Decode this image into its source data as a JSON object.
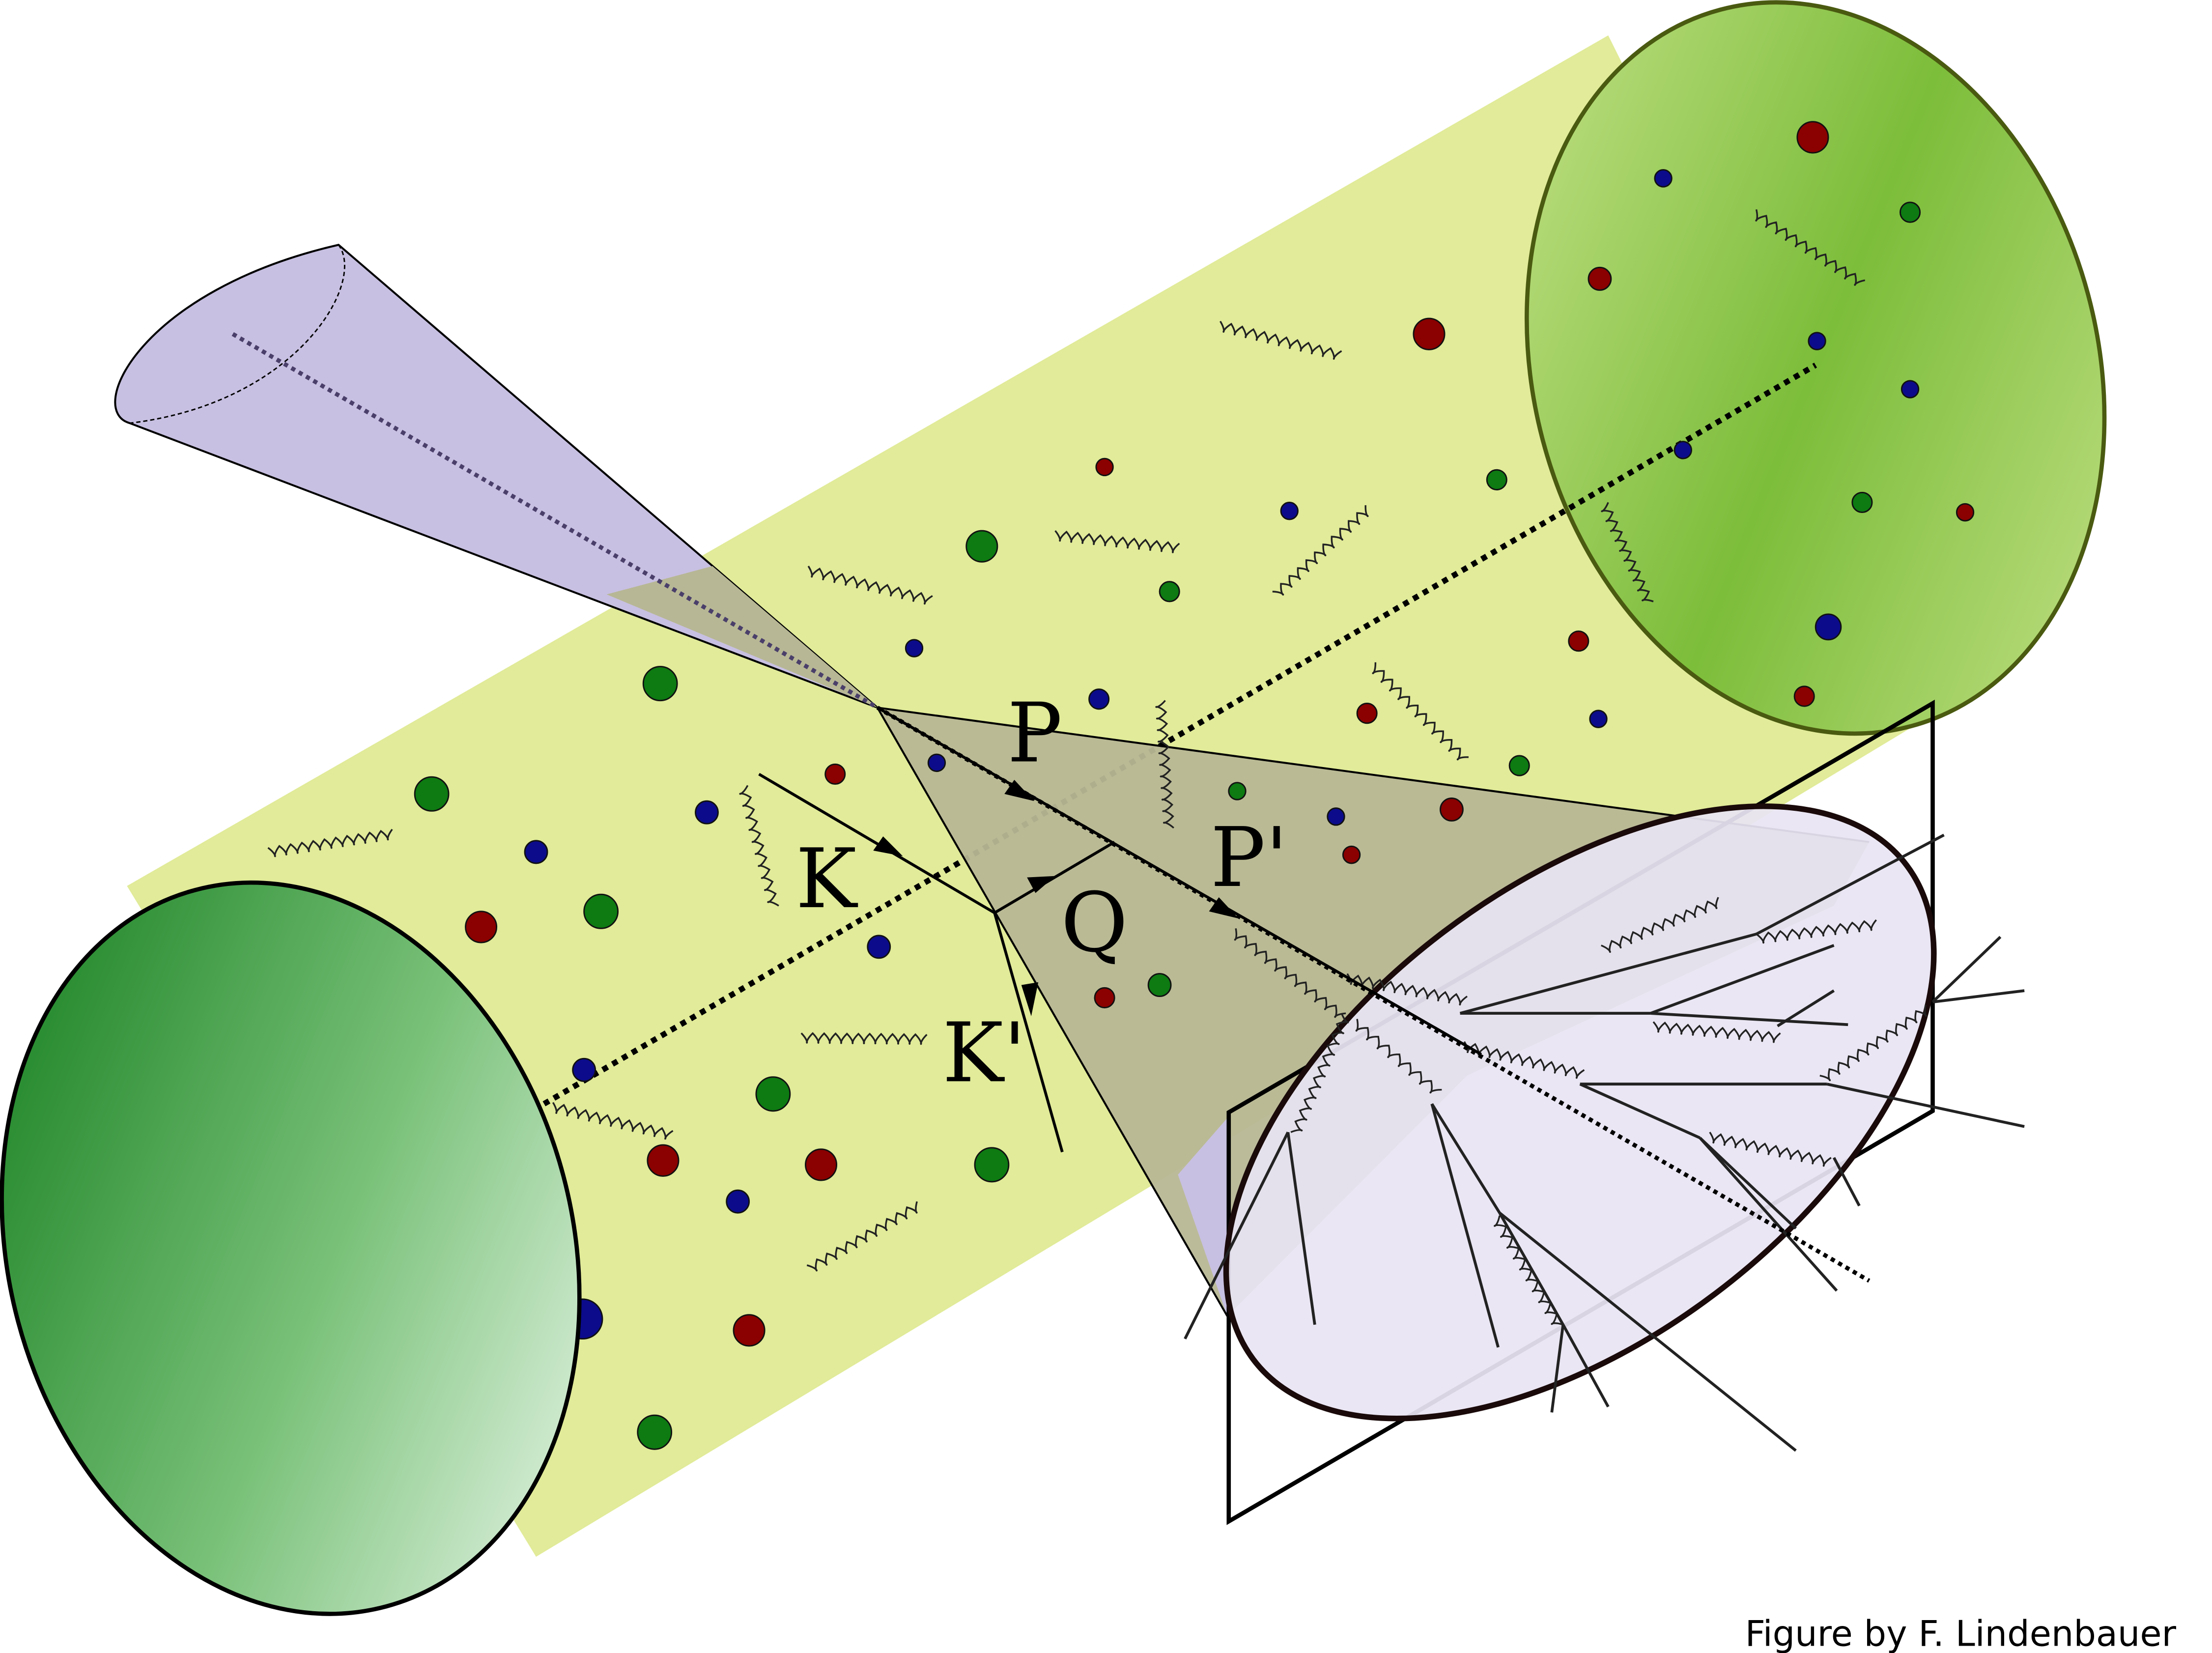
{
  "labels": {
    "p": "P",
    "p_prime": "P'",
    "k": "K",
    "k_prime": "K'",
    "q": "Q"
  },
  "credit": "Figure by F. Lindenbauer",
  "colors": {
    "medium": "#e1eb99",
    "end_cap_green": "#2e9a2e",
    "cone": "#c8c0e2",
    "cone_overlap": "#b7b795",
    "detector_disk": "#e8e4f2",
    "particle_red": "#8b0000",
    "particle_green": "#0d7a12",
    "particle_blue": "#0b0b8c"
  },
  "icons": [
    "quark-particle",
    "gluon-coil",
    "jet-cone",
    "detector-plane"
  ]
}
